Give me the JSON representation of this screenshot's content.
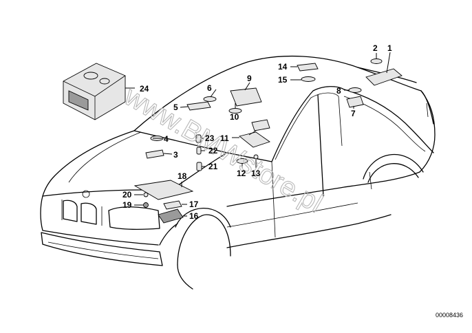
{
  "diagram": {
    "watermark": "www.BMWstore.pl",
    "code": "00008436",
    "callouts": [
      {
        "id": "c1",
        "text": "1"
      },
      {
        "id": "c2",
        "text": "2"
      },
      {
        "id": "c3",
        "text": "3"
      },
      {
        "id": "c4",
        "text": "4"
      },
      {
        "id": "c5",
        "text": "5"
      },
      {
        "id": "c6",
        "text": "6"
      },
      {
        "id": "c7",
        "text": "7"
      },
      {
        "id": "c8",
        "text": "8"
      },
      {
        "id": "c9",
        "text": "9"
      },
      {
        "id": "c10",
        "text": "10"
      },
      {
        "id": "c11",
        "text": "11"
      },
      {
        "id": "c12",
        "text": "12"
      },
      {
        "id": "c13",
        "text": "13"
      },
      {
        "id": "c14",
        "text": "14"
      },
      {
        "id": "c15",
        "text": "15"
      },
      {
        "id": "c16",
        "text": "16"
      },
      {
        "id": "c17",
        "text": "17"
      },
      {
        "id": "c18",
        "text": "18"
      },
      {
        "id": "c19",
        "text": "19"
      },
      {
        "id": "c20",
        "text": "20"
      },
      {
        "id": "c21",
        "text": "21"
      },
      {
        "id": "c22",
        "text": "22"
      },
      {
        "id": "c23",
        "text": "23"
      },
      {
        "id": "c24",
        "text": "24"
      }
    ]
  }
}
